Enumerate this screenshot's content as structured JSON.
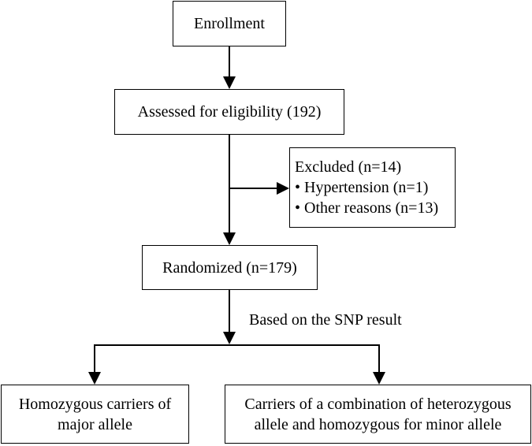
{
  "boxes": {
    "enrollment": "Enrollment",
    "assessed": "Assessed for eligibility (192)",
    "excluded": {
      "title": "Excluded (n=14)",
      "items": [
        "• Hypertension (n=1)",
        "• Other reasons (n=13)"
      ]
    },
    "randomized": "Randomized (n=179)",
    "homozygous_major": [
      "Homozygous carriers of",
      "major allele"
    ],
    "combination": [
      "Carriers of a combination of heterozygous",
      "allele and homozygous for minor allele"
    ]
  },
  "labels": {
    "snp": "Based on the SNP result"
  }
}
